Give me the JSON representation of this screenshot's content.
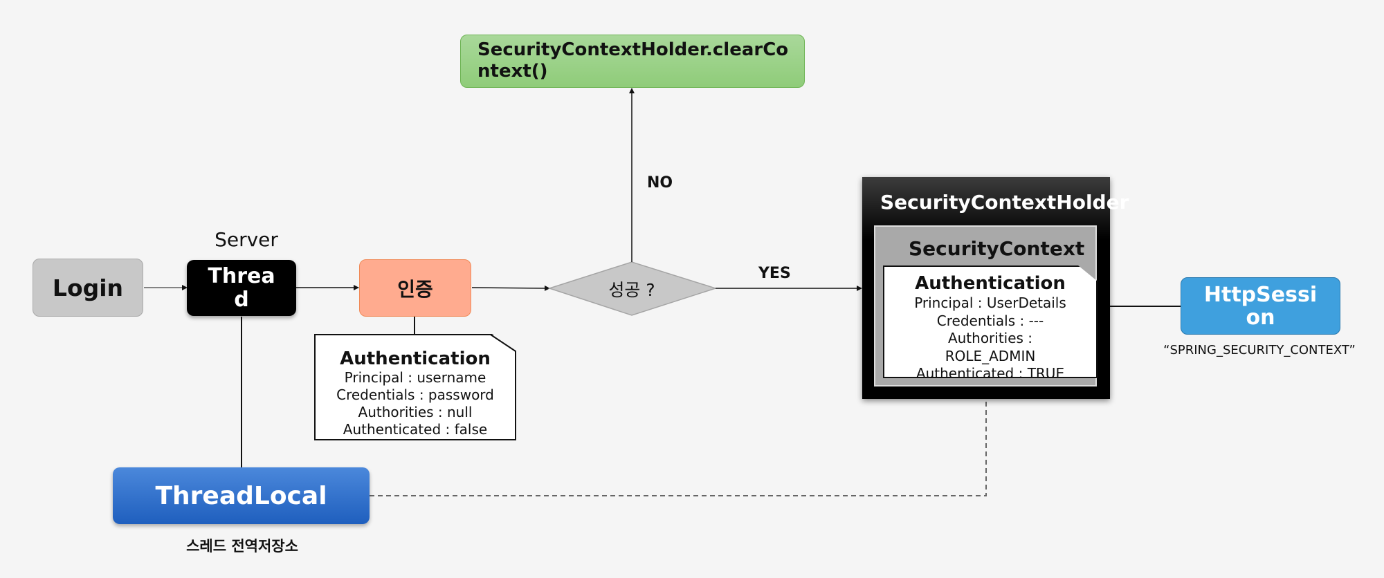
{
  "login": {
    "label": "Login"
  },
  "server": {
    "label": "Server",
    "thread": {
      "line1": "Threa",
      "line2": "d"
    }
  },
  "auth": {
    "label": "인증"
  },
  "unauth_note": {
    "title": "Authentication",
    "lines": [
      "Principal : username",
      "Credentials : password",
      "Authorities : null",
      "Authenticated : false"
    ]
  },
  "decision": {
    "label": "성공 ?"
  },
  "no_branch": {
    "label": "NO"
  },
  "yes_branch": {
    "label": "YES"
  },
  "clear_context": {
    "line1": "SecurityContextHolder.clearCo",
    "line2": "ntext()"
  },
  "holder": {
    "title": "SecurityContextHolder",
    "context": {
      "title": "SecurityContext",
      "auth_note": {
        "title": "Authentication",
        "lines": [
          "Principal : UserDetails",
          "Credentials : ---",
          "Authorities :",
          "ROLE_ADMIN",
          "Authenticated : TRUE"
        ]
      }
    }
  },
  "http_session": {
    "line1": "HttpSessi",
    "line2": "on",
    "key": "“SPRING_SECURITY_CONTEXT”"
  },
  "thread_local": {
    "label": "ThreadLocal",
    "caption": "스레드 전역저장소"
  },
  "colors": {
    "login": "#c8c8c8",
    "thread": "#000000",
    "auth": "#ffab8f",
    "decision": "#c8c8c8",
    "clear": "#8fcc79",
    "http": "#3fa0de",
    "thread_local": "#2a6ccb"
  }
}
